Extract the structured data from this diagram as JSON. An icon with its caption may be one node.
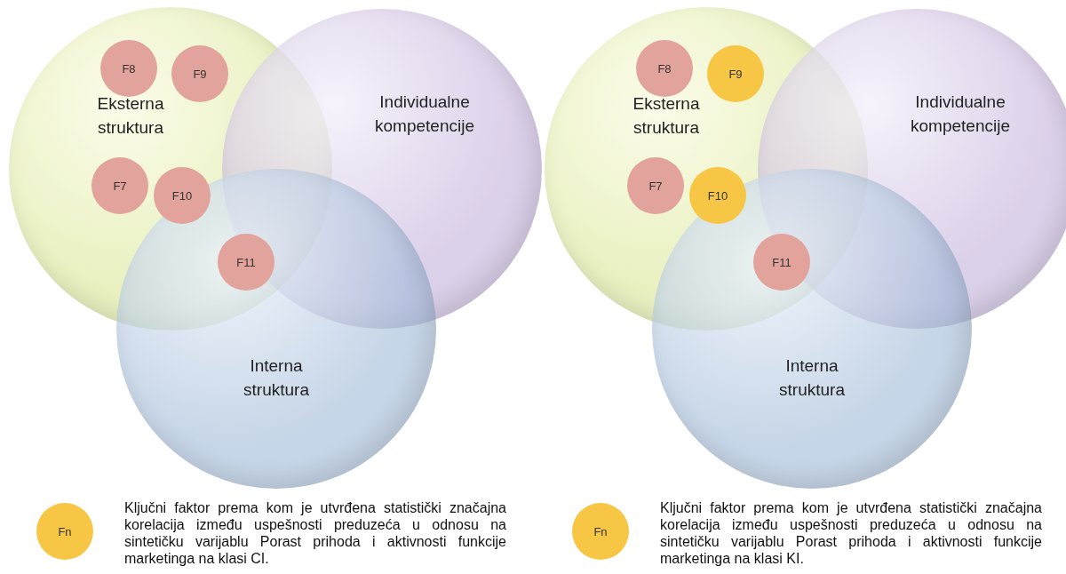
{
  "diagram": {
    "nodes": [
      {
        "text": [
          "Eksterna struktura"
        ]
      },
      {
        "text": [
          "F8"
        ],
        "in": 0
      },
      {
        "text": [
          "F9"
        ],
        "in": 0
      },
      {
        "text": [
          "Individualne kompetencije"
        ]
      },
      {
        "text": [
          "F7"
        ],
        "in": 0
      },
      {
        "text": [
          "F10"
        ]
      },
      {
        "text": [
          "F11"
        ]
      },
      {
        "text": [
          "Interna struktura"
        ]
      },
      {
        "text": [
          "Eksterna struktura"
        ]
      },
      {
        "text": [
          "F8"
        ],
        "in": 8
      },
      {
        "text": [
          "F9"
        ],
        "in": 8
      },
      {
        "text": [
          "Individualne kompetencije"
        ]
      },
      {
        "text": [
          "F7"
        ],
        "in": 8
      },
      {
        "text": [
          "F10"
        ]
      },
      {
        "text": [
          "F11"
        ]
      },
      {
        "text": [
          "Interna struktura"
        ]
      }
    ],
    "edges": [],
    "labels": [
      "Fn",
      "Fn"
    ],
    "legend": [
      {
        "text": "Ključni faktor prema kom je utvrđena statistički značajna korelacija između uspešnosti preduzeća u odnosu na sintetičku varijablu Porast prihoda i aktivnosti funkcije marketinga na klasi CI.",
        "color": "#f6c644"
      },
      {
        "text": "Ključni faktor prema kom je utvrđena statistički značajna korelacija između uspešnosti preduzeća u odnosu na sintetičku varijablu Porast prihoda i aktivnosti funkcije marketinga na klasi KI.",
        "color": "#f6c644"
      }
    ]
  }
}
